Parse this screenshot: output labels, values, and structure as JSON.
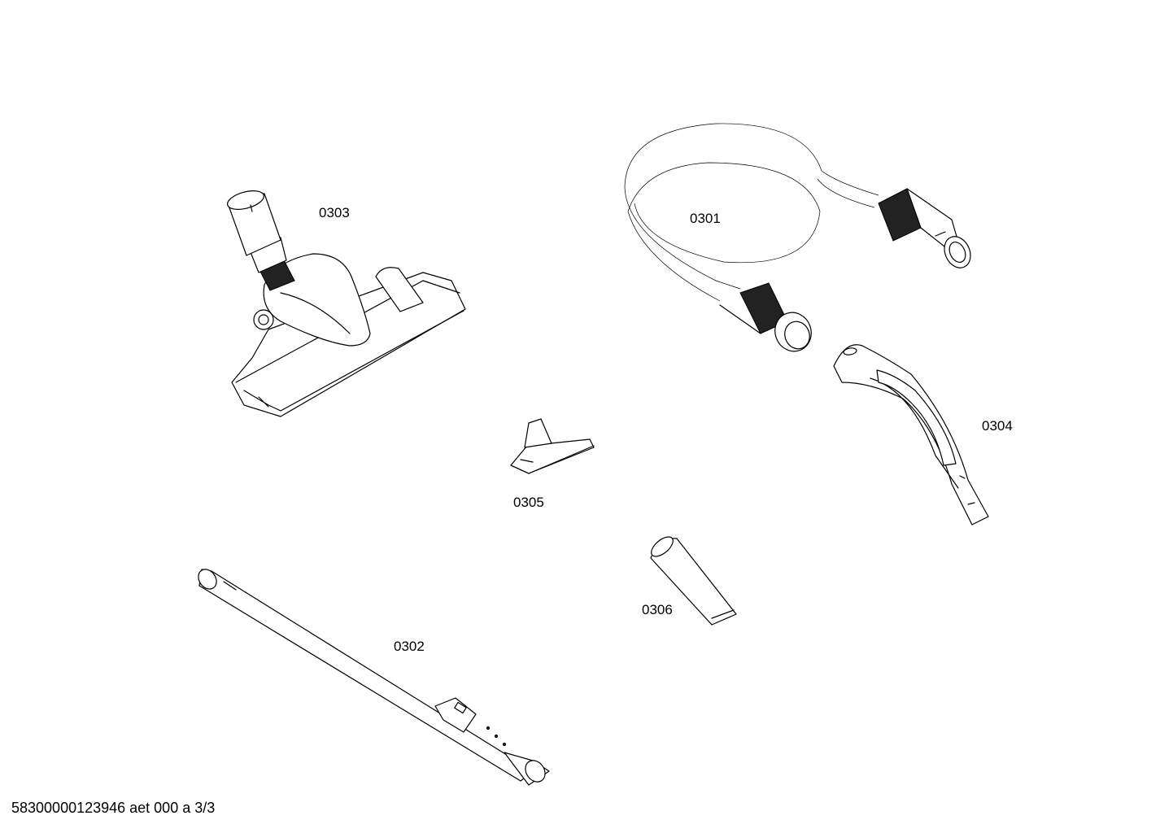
{
  "parts": [
    {
      "id": "0301",
      "name": "hose"
    },
    {
      "id": "0302",
      "name": "telescopic-tube"
    },
    {
      "id": "0303",
      "name": "floor-nozzle"
    },
    {
      "id": "0304",
      "name": "hose-handle"
    },
    {
      "id": "0305",
      "name": "upholstery-nozzle"
    },
    {
      "id": "0306",
      "name": "crevice-nozzle"
    }
  ],
  "footer": "58300000123946 aet 000 a 3/3"
}
